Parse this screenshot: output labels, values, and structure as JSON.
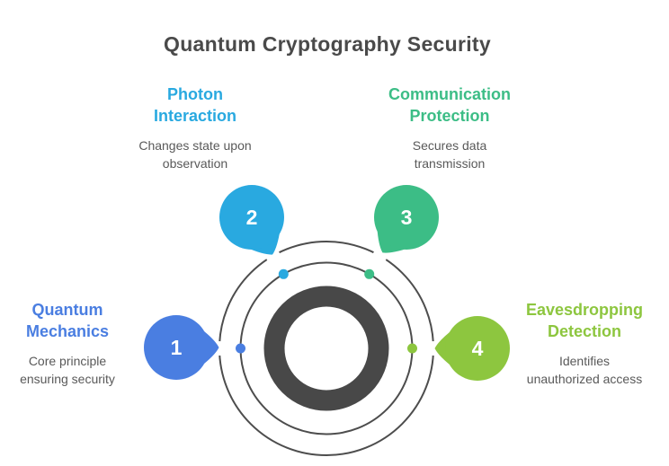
{
  "title": {
    "text": "Quantum Cryptography Security"
  },
  "diagram": {
    "type": "circular-process",
    "colors": {
      "step1_blue": "#4a7ee1",
      "step2_cyan": "#29a9e0",
      "step3_green": "#3cbd86",
      "step4_lime": "#8dc63f",
      "orbit_stroke": "#4d4d4d",
      "core_ring": "#484848",
      "title_gray": "#4a4a4a",
      "body_gray": "#595959"
    }
  },
  "steps": [
    {
      "number": "1",
      "heading": "Quantum\nMechanics",
      "description": "Core principle\nensuring security",
      "color": "#4a7ee1"
    },
    {
      "number": "2",
      "heading": "Photon\nInteraction",
      "description": "Changes state upon\nobservation",
      "color": "#29a9e0"
    },
    {
      "number": "3",
      "heading": "Communication\nProtection",
      "description": "Secures data\ntransmission",
      "color": "#3cbd86"
    },
    {
      "number": "4",
      "heading": "Eavesdropping\nDetection",
      "description": "Identifies\nunauthorized access",
      "color": "#8dc63f"
    }
  ]
}
